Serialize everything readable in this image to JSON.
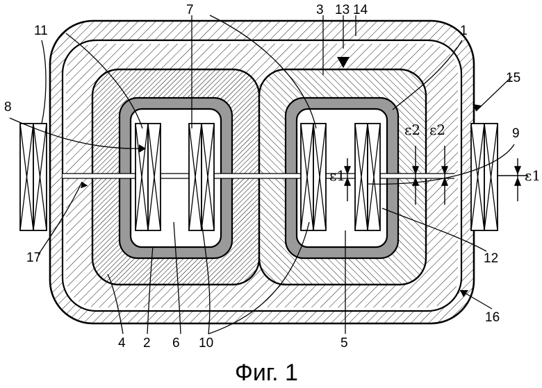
{
  "caption": "Фиг. 1",
  "callouts": {
    "n1": "1",
    "n2": "2",
    "n3": "3",
    "n4": "4",
    "n5": "5",
    "n6": "6",
    "n7": "7",
    "n8": "8",
    "n9": "9",
    "n10": "10",
    "n11": "11",
    "n12": "12",
    "n13": "13",
    "n14": "14",
    "n15": "15",
    "n16": "16",
    "n17": "17"
  },
  "gap_labels": {
    "eps1_a": "ε1",
    "eps1_b": "ε1",
    "eps2_a": "ε2",
    "eps2_b": "ε2"
  }
}
